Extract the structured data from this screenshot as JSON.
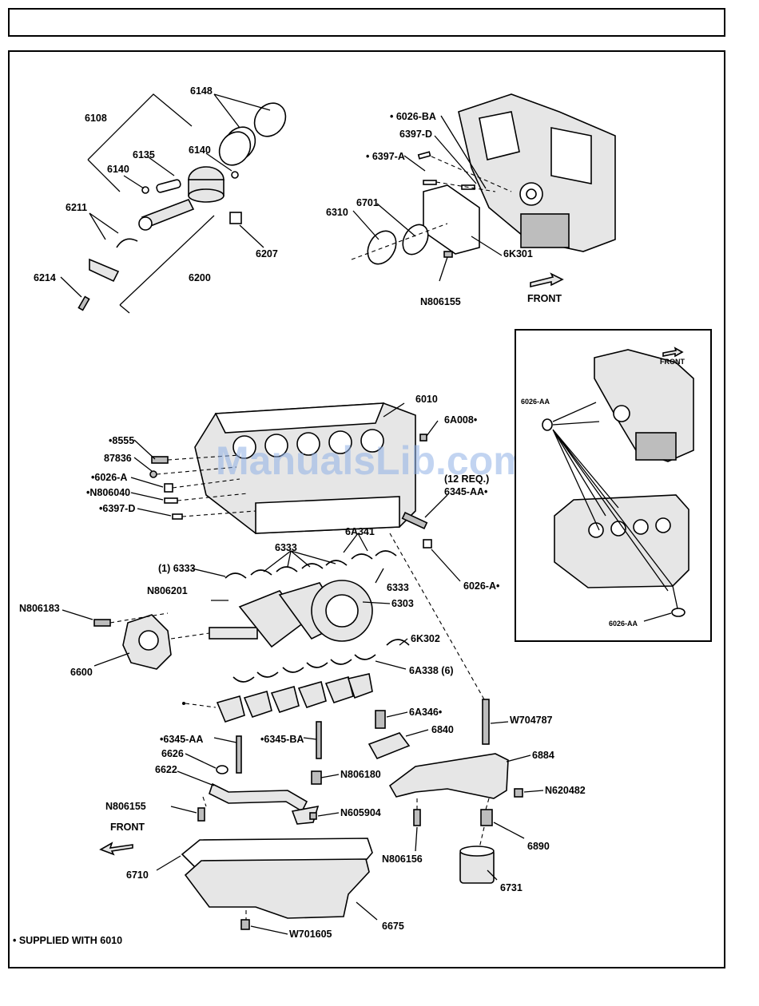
{
  "labels": {
    "l6148": "6148",
    "l6108": "6108",
    "l6135": "6135",
    "l6140a": "6140",
    "l6140b": "6140",
    "l6211": "6211",
    "l6214": "6214",
    "l6200": "6200",
    "l6207": "6207",
    "l6026BA": "• 6026-BA",
    "l6397D": "6397-D",
    "l6397A": "• 6397-A",
    "l6701": "6701",
    "l6310": "6310",
    "l6K301": "6K301",
    "lN806155a": "N806155",
    "lFRONT1": "FRONT",
    "l6010": "6010",
    "l6A008": "6A008•",
    "l8555": "•8555",
    "l87836": "87836",
    "l6026A": "•6026-A",
    "lN806040": "•N806040",
    "l6397D2": "•6397-D",
    "l12REQ": "(12 REQ.)",
    "l6345AA": "6345-AA•",
    "l6A341": "6A341",
    "l6333a": "6333",
    "l6333b": "(1) 6333",
    "l6333c": "6333",
    "l6026A2": "6026-A•",
    "lN806201": "N806201",
    "lN806183": "N806183",
    "l6303": "6303",
    "l6K302": "6K302",
    "l6600": "6600",
    "l6A338": "6A338 (6)",
    "l6A346": "6A346•",
    "lW704787": "W704787",
    "l6840": "6840",
    "l6345AA2": "•6345-AA",
    "l6345BA": "•6345-BA",
    "l6626": "6626",
    "l6622": "6622",
    "l6884": "6884",
    "lN806180": "N806180",
    "lN620482": "N620482",
    "lN806155b": "N806155",
    "lN605904": "N605904",
    "lFRONT2": "FRONT",
    "l6890": "6890",
    "lN806156": "N806156",
    "l6710": "6710",
    "l6731": "6731",
    "l6675": "6675",
    "lW701605": "W701605",
    "lSupplied": "•  SUPPLIED WITH 6010"
  },
  "inset": {
    "front": "FRONT",
    "l6026AA1": "6026-AA",
    "l6026AA2": "6026-AA"
  },
  "watermark": "ManualsLib.com",
  "colors": {
    "line": "#000000",
    "watermark": "#8fb0e6",
    "background": "#ffffff"
  }
}
